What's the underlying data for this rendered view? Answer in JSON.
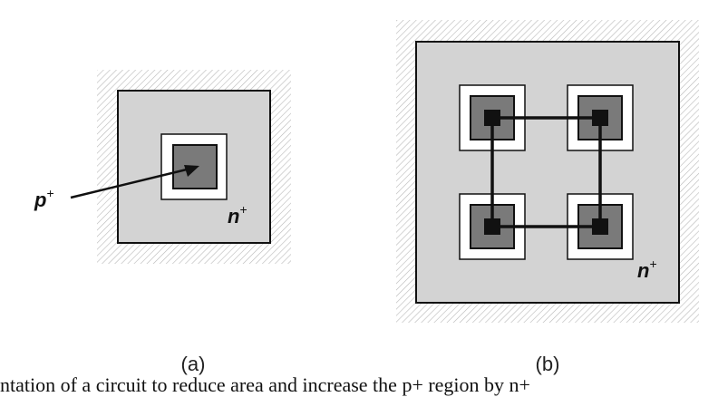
{
  "panel_a": {
    "caption": "(a)",
    "pointer_label": "p",
    "pointer_label_sup": "+",
    "region_label": "n",
    "region_label_sup": "+"
  },
  "panel_b": {
    "caption": "(b)",
    "region_label": "n",
    "region_label_sup": "+"
  },
  "colors": {
    "hatch_line": "#b8b8b8",
    "nplus_fill": "#d3d3d3",
    "pplus_fill": "#7a7a7a",
    "outline": "#111111",
    "white_ring": "#ffffff"
  },
  "caption_fragment": "ntation of a circuit to reduce area and increase the p+ region by n+"
}
